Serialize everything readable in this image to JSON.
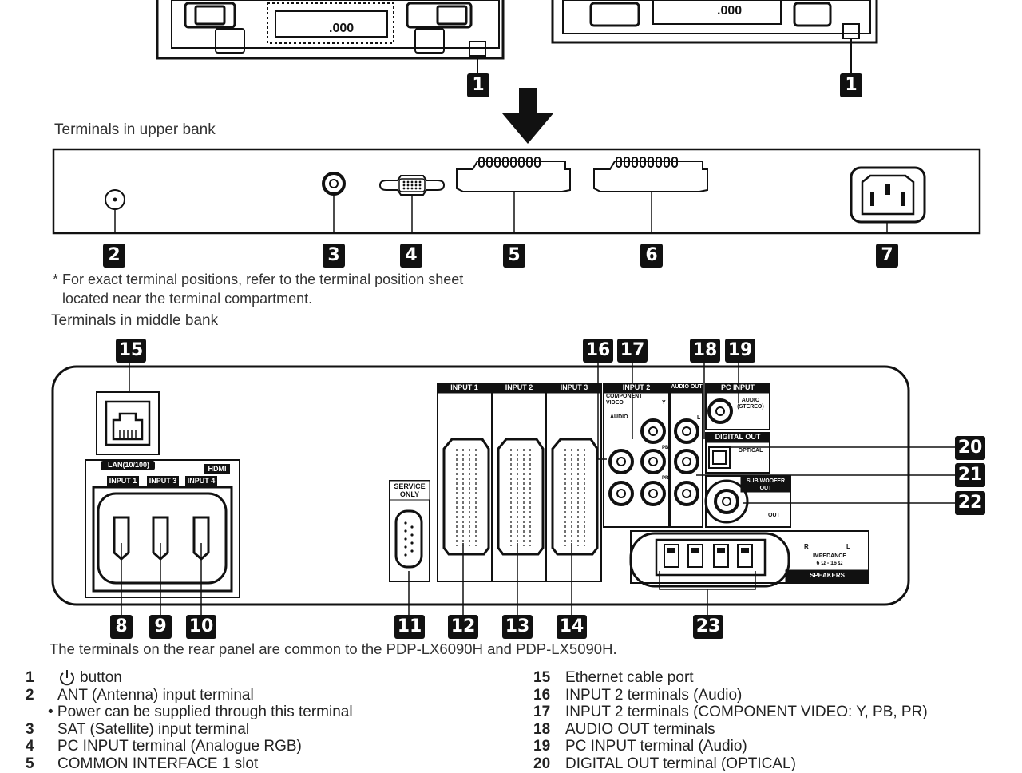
{
  "callouts_top": [
    "1",
    "1"
  ],
  "upper_bank": {
    "title": "Terminals in upper bank",
    "callouts": [
      "2",
      "3",
      "4",
      "5",
      "6",
      "7"
    ],
    "note_line1": "* For exact terminal positions, refer to the terminal position sheet",
    "note_line2": "located near the terminal compartment."
  },
  "middle_bank": {
    "title": "Terminals in middle bank",
    "callouts": [
      "8",
      "9",
      "10",
      "11",
      "12",
      "13",
      "14",
      "15",
      "16",
      "17",
      "18",
      "19",
      "20",
      "21",
      "22",
      "23"
    ],
    "panel_labels": {
      "lan": "LAN(10/100)",
      "hdmi": "HDMI",
      "hdmi_inputs": [
        "INPUT 1",
        "INPUT 3",
        "INPUT 4"
      ],
      "service": "SERVICE",
      "service2": "ONLY",
      "scart_inputs": [
        "INPUT 1",
        "INPUT 2",
        "INPUT 3"
      ],
      "input2": "INPUT 2",
      "component": "COMPONENT",
      "video": "VIDEO",
      "audio": "AUDIO",
      "audio_out": "AUDIO OUT",
      "pc_input": "PC INPUT",
      "audio_stereo1": "AUDIO",
      "audio_stereo2": "(STEREO)",
      "digital_out": "DIGITAL OUT",
      "optical": "OPTICAL",
      "sub_woofer": "SUB WOOFER",
      "out": "OUT",
      "impedance": "IMPEDANCE",
      "impedance_val": "6 Ω - 16 Ω",
      "speakers": "SPEAKERS",
      "y": "Y",
      "pb": "PB",
      "pr": "PR",
      "l": "L",
      "r": "R"
    }
  },
  "footnote": "The terminals on the rear panel are common to the PDP-LX6090H and PDP-LX5090H.",
  "legend_left": [
    {
      "num": "1",
      "text": "button",
      "icon": "power-icon"
    },
    {
      "num": "2",
      "text": "ANT (Antenna) input terminal"
    },
    {
      "num": "",
      "text": "• Power can be supplied through this terminal"
    },
    {
      "num": "3",
      "text": "SAT (Satellite) input terminal"
    },
    {
      "num": "4",
      "text": "PC INPUT terminal (Analogue RGB)"
    },
    {
      "num": "5",
      "text": "COMMON INTERFACE 1 slot"
    }
  ],
  "legend_right": [
    {
      "num": "15",
      "text": "Ethernet cable port"
    },
    {
      "num": "16",
      "text": "INPUT 2 terminals (Audio)"
    },
    {
      "num": "17",
      "text": "INPUT 2 terminals (COMPONENT VIDEO: Y, PB, PR)"
    },
    {
      "num": "18",
      "text": "AUDIO OUT terminals"
    },
    {
      "num": "19",
      "text": "PC INPUT terminal (Audio)"
    },
    {
      "num": "20",
      "text": "DIGITAL OUT terminal (OPTICAL)"
    }
  ]
}
